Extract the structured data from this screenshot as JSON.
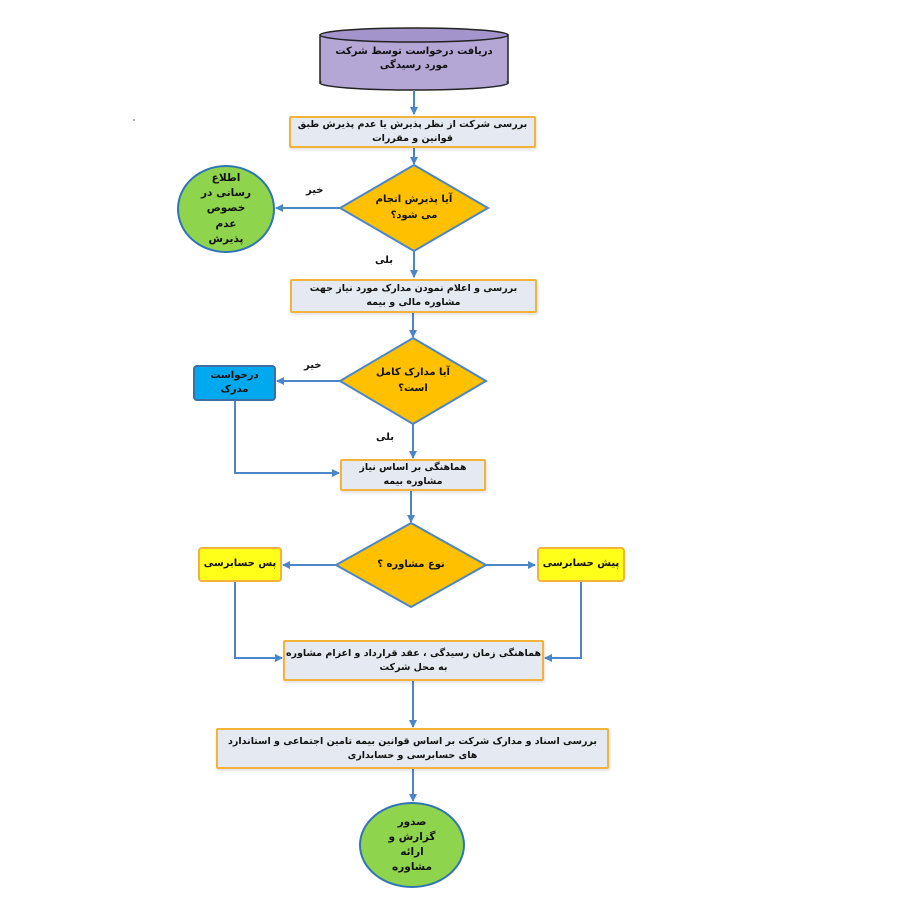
{
  "nodes": {
    "start": "دریافت درخواست توسط شرکت مورد رسیدگی",
    "check_acceptance": "بررسی شرکت از نظر پذیرش یا عدم پذیرش طبق قوانین و مقررات",
    "decision_accept": "آیا پذیرش انجام می شود؟",
    "notify_reject": "اطلاع رسانی در خصوص عدم پذیرش",
    "announce_docs": "بررسی و اعلام نمودن مدارک مورد نیاز جهت مشاوره مالی و بیمه",
    "decision_docs": "آیا مدارک کامل است؟",
    "request_docs": "درخواست مدرک",
    "coordinate_need": "هماهنگی بر اساس نیاز مشاوره بیمه",
    "decision_type": "نوع مشاوره ؟",
    "post_audit": "پس حسابرسی",
    "pre_audit": "پیش حسابرسی",
    "coordinate_time": "هماهنگی زمان رسیدگی ، عقد قرارداد و اعزام مشاوره به محل شرکت",
    "review_docs": "بررسی اسناد و مدارک شرکت بر اساس قوانین بیمه تامین اجتماعی و استاندارد های حسابرسی و حسابداری",
    "end": "صدور گزارش و ارائه مشاوره"
  },
  "edge_labels": {
    "no_1": "خیر",
    "yes_1": "بلی",
    "no_2": "خیر",
    "yes_2": "بلی"
  },
  "colors": {
    "process_fill": "#e5e9f1",
    "process_border": "#f3b23a",
    "decision_fill": "#ffc000",
    "decision_border": "#4a86c8",
    "terminal_fill": "#8fd44d",
    "terminal_border": "#2f74b5",
    "start_fill": "#b4a7d6",
    "arrow": "#4a86c8",
    "yellow_fill": "#ffff1a",
    "blue_fill": "#00a8ee"
  }
}
